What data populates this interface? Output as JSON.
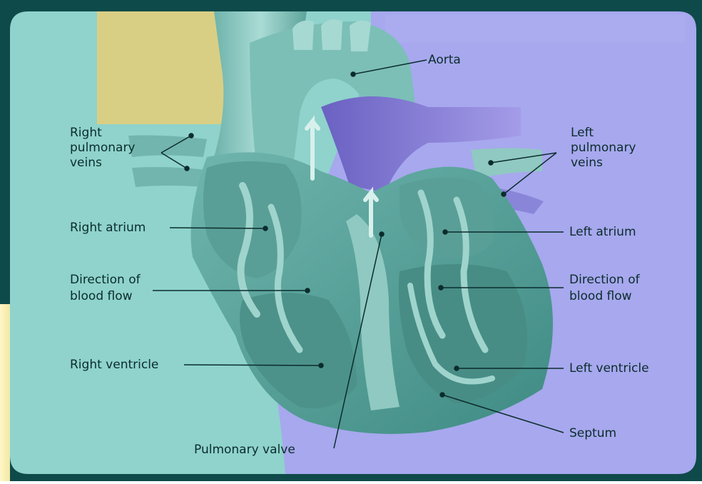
{
  "colors": {
    "frame": "#0f4a4a",
    "left_panel": "#8fd3cc",
    "right_panel": "#a7a8ee",
    "yellow_patch": "#d9cf84",
    "side_strip": "#f6eca8",
    "heart_body": "#4f9f97",
    "heart_light": "#8fc9c1",
    "heart_dark": "#2c6c66",
    "deoxygenated": "#8e84d6",
    "pulmonary_dark": "#26257a",
    "label_text": "#0b2c2c",
    "leader_line": "#0b2c2c"
  },
  "labels": {
    "aorta": "Aorta",
    "right_pulmonary_veins": [
      "Right",
      "pulmonary",
      "veins"
    ],
    "left_pulmonary_veins": [
      "Left",
      "pulmonary",
      "veins"
    ],
    "right_atrium": "Right atrium",
    "left_atrium": "Left atrium",
    "direction_left": [
      "Direction of",
      "blood flow"
    ],
    "direction_right": [
      "Direction of",
      "blood flow"
    ],
    "right_ventricle": "Right ventricle",
    "left_ventricle": "Left ventricle",
    "septum": "Septum",
    "pulmonary_valve": "Pulmonary valve"
  }
}
